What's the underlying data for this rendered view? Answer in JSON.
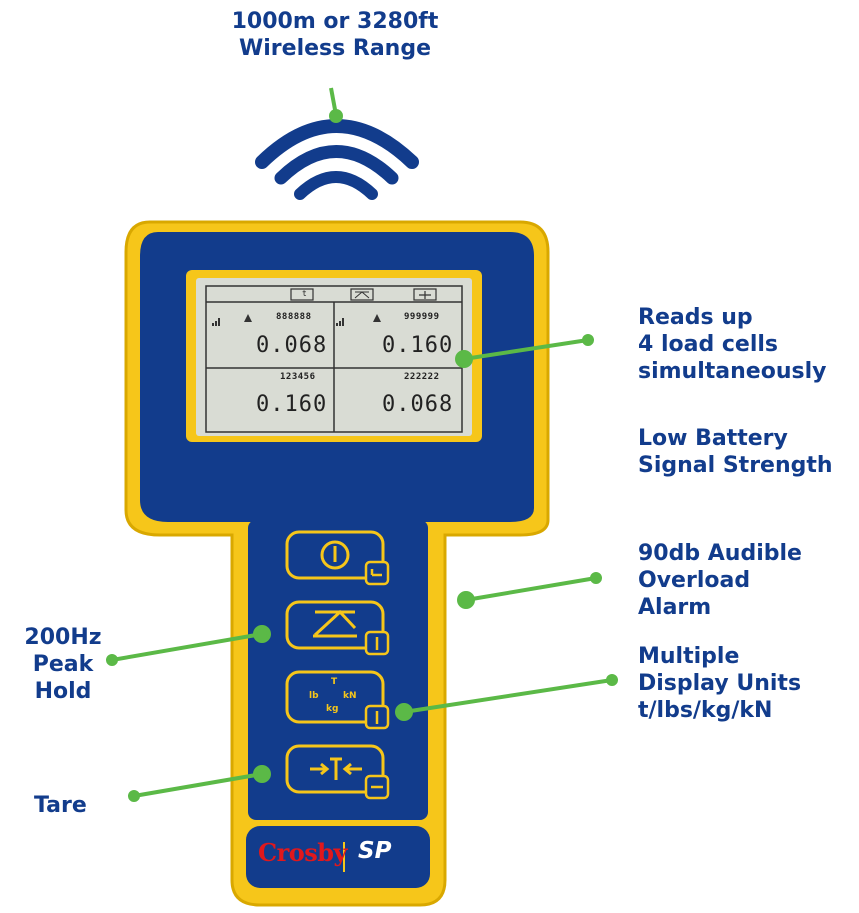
{
  "callouts": {
    "range": "1000m or 3280ft\nWireless Range",
    "cells": "Reads up\n4 load cells\nsimultaneously",
    "battery": "Low Battery\nSignal Strength",
    "alarm": "90db Audible\nOverload\nAlarm",
    "units": "Multiple\nDisplay Units\nt/lbs/kg/kN",
    "peak": "200Hz\nPeak\nHold",
    "tare": "Tare"
  },
  "display": {
    "tl_id": "888888",
    "tr_id": "999999",
    "bl_id": "123456",
    "br_id": "222222",
    "tl_value": "0.068",
    "tr_value": "0.160",
    "bl_value": "0.160",
    "br_value": "0.068",
    "unit_icon": "t",
    "peak_icon": "peak-hold-icon",
    "tare_icon": "tare-icon"
  },
  "buttons": {
    "power_icon": "power-icon",
    "peak_icon": "peak-hold-icon",
    "units_t": "T",
    "units_lb": "lb",
    "units_kn": "kN",
    "units_kg": "kg",
    "tare_icon": "tare-icon"
  },
  "brand": {
    "name": "Crosby",
    "sub": "SP"
  },
  "colors": {
    "housing_yellow": "#f6c61a",
    "panel_blue": "#123c8c",
    "leader_green": "#5bb947",
    "lcd_bg": "#d9dcd4",
    "brand_red": "#e0181c"
  }
}
